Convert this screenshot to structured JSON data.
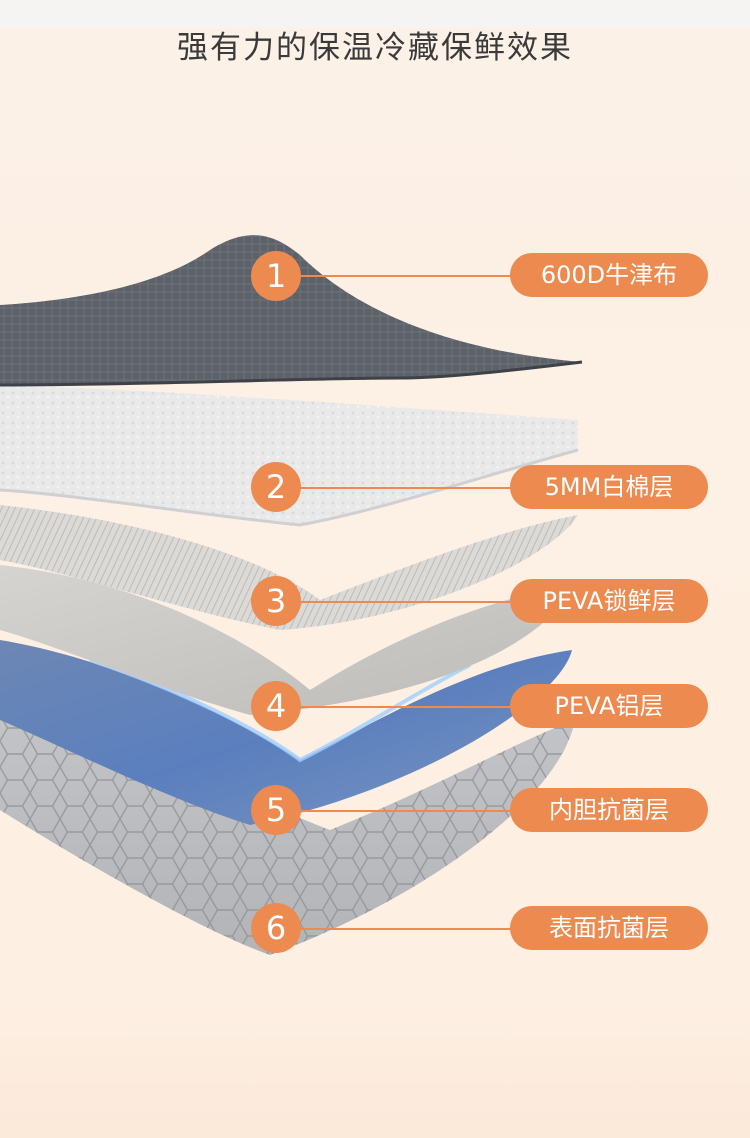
{
  "title": "强有力的保温冷藏保鲜效果",
  "colors": {
    "accent": "#ec8a4f",
    "background": "#fdf0e4"
  },
  "layers": [
    {
      "number": "1",
      "label": "600D牛津布"
    },
    {
      "number": "2",
      "label": "5MM白棉层"
    },
    {
      "number": "3",
      "label": "PEVA锁鲜层"
    },
    {
      "number": "4",
      "label": "PEVA铝层"
    },
    {
      "number": "5",
      "label": "内胆抗菌层"
    },
    {
      "number": "6",
      "label": "表面抗菌层"
    }
  ]
}
